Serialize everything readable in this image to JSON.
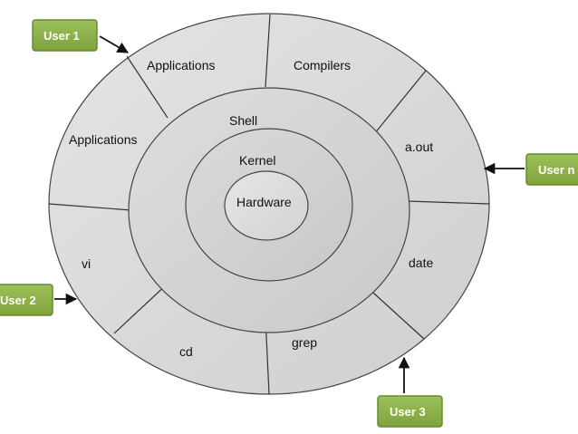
{
  "layers": {
    "applications_top": "Applications",
    "compilers": "Compilers",
    "applications_left": "Applications",
    "aout": "a.out",
    "vi": "vi",
    "date": "date",
    "cd": "cd",
    "grep": "grep",
    "shell": "Shell",
    "kernel": "Kernel",
    "hardware": "Hardware"
  },
  "users": {
    "user1": "User 1",
    "user2": "User 2",
    "user3": "User 3",
    "usern": "User n"
  },
  "colors": {
    "outer_fill": "#dadada",
    "shell_fill": "#d4d4d4",
    "kernel_fill": "#d0d0d0",
    "hardware_fill": "#d9d9d9",
    "stroke": "#444444",
    "user_box_fill": "#8db04a",
    "user_box_stroke": "#6a8a32"
  }
}
